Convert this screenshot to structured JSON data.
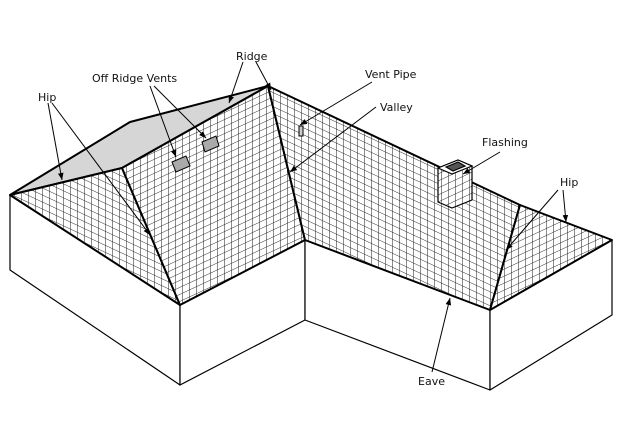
{
  "labels": {
    "hip_left": "Hip",
    "off_ridge_vents": "Off Ridge Vents",
    "ridge": "Ridge",
    "vent_pipe": "Vent Pipe",
    "valley": "Valley",
    "flashing": "Flashing",
    "hip_right": "Hip",
    "eave": "Eave"
  }
}
